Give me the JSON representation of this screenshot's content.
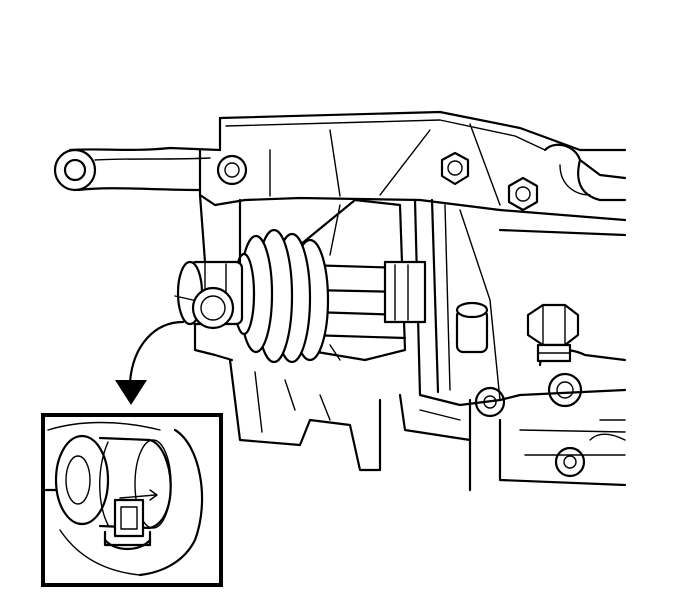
{
  "figure": {
    "alt": "",
    "colors": {
      "stroke": "#000000",
      "background": "#ffffff"
    },
    "parts": [
      "bracket",
      "bolt",
      "hub",
      "cv-boot",
      "cv-joint-body",
      "housing",
      "stud",
      "callout-arrow",
      "detail-inset"
    ]
  }
}
